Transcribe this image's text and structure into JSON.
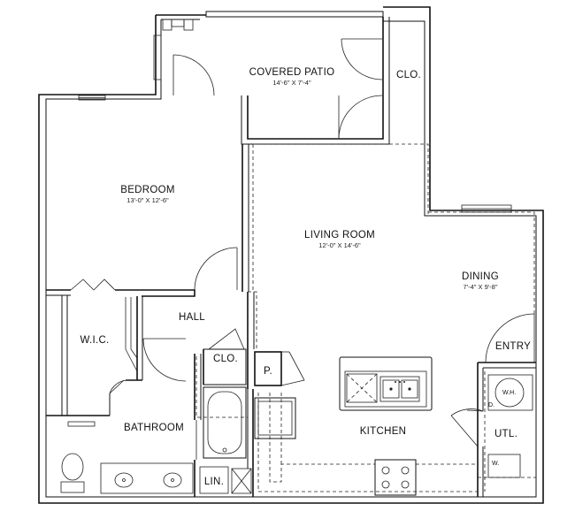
{
  "floor_plan": {
    "rooms": {
      "covered_patio": {
        "name": "COVERED PATIO",
        "dimensions": "14'-6\" X 7'-4\""
      },
      "patio_closet": {
        "name": "CLO."
      },
      "bedroom": {
        "name": "BEDROOM",
        "dimensions": "13'-0\" X 12'-6\""
      },
      "living_room": {
        "name": "LIVING ROOM",
        "dimensions": "12'-0\" X 14'-6\""
      },
      "dining": {
        "name": "DINING",
        "dimensions": "7'-4\" X 9'-8\""
      },
      "hall": {
        "name": "HALL"
      },
      "walk_in_closet": {
        "name": "W.I.C."
      },
      "hall_closet": {
        "name": "CLO."
      },
      "pantry": {
        "name": "P."
      },
      "entry": {
        "name": "ENTRY"
      },
      "bathroom": {
        "name": "BATHROOM"
      },
      "kitchen": {
        "name": "KITCHEN"
      },
      "utility": {
        "name": "UTL."
      },
      "linen": {
        "name": "LIN."
      }
    },
    "fixtures": {
      "water_heater": "W.H.",
      "dryer": "D.",
      "washer": "W."
    }
  }
}
